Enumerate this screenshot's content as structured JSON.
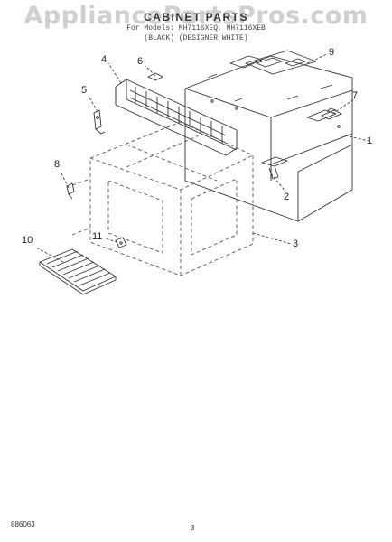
{
  "watermark": "AppliancePartsPros.com",
  "title": "CABINET PARTS",
  "subtitle_line1": "For Models: MH7116XEQ, MH7116XEB",
  "subtitle_line2": "(BLACK)   (DESIGNER WHITE)",
  "callouts": [
    "1",
    "2",
    "3",
    "4",
    "5",
    "6",
    "7",
    "8",
    "9",
    "10",
    "11"
  ],
  "footer_code": "886063",
  "footer_page": "3",
  "colors": {
    "line": "#333333",
    "dash": "#555555",
    "watermark": "#aaaaaa"
  }
}
